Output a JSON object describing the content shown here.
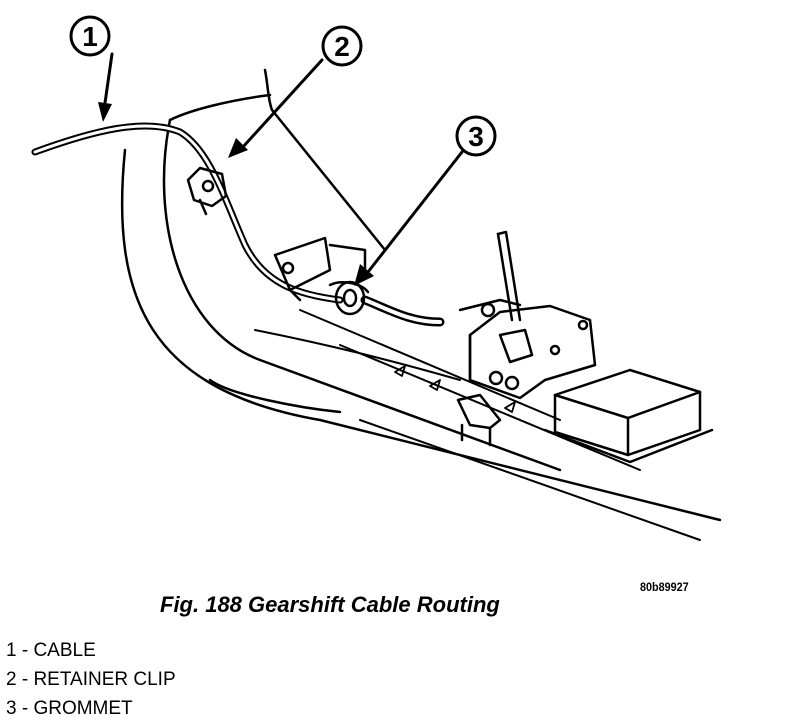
{
  "figure": {
    "image_code": "80b89927",
    "caption": "Fig. 188 Gearshift Cable Routing"
  },
  "callouts": [
    {
      "num": "1"
    },
    {
      "num": "2"
    },
    {
      "num": "3"
    }
  ],
  "legend": [
    {
      "text": "1 - CABLE"
    },
    {
      "text": "2 - RETAINER CLIP"
    },
    {
      "text": "3 - GROMMET"
    }
  ]
}
